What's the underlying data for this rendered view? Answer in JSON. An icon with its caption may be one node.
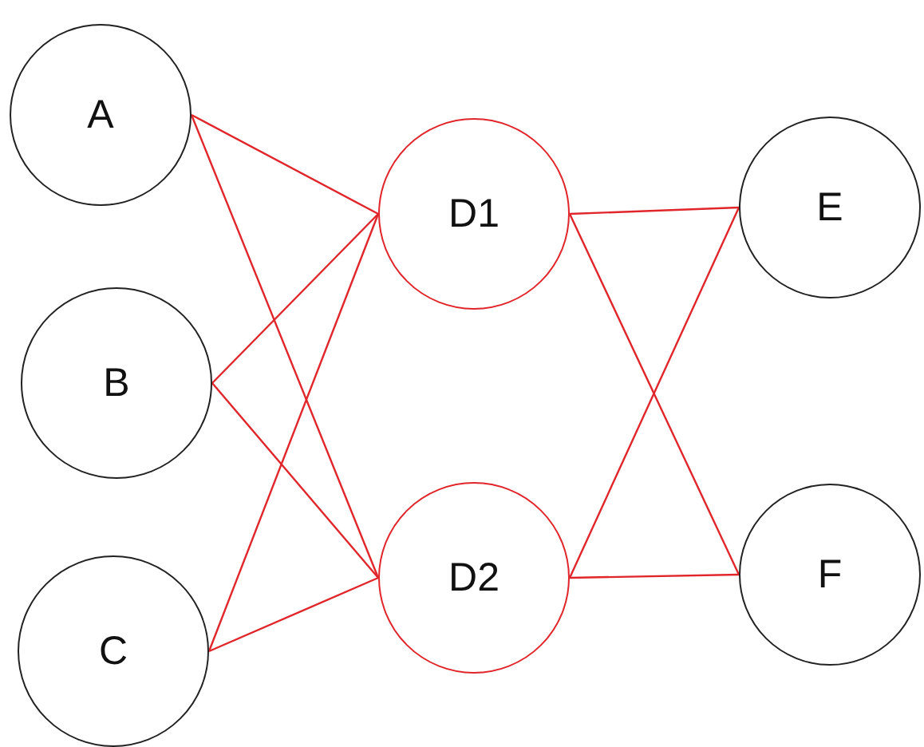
{
  "diagram": {
    "nodes": [
      {
        "text": [
          "A"
        ]
      },
      {
        "text": [
          "B"
        ]
      },
      {
        "text": [
          "C"
        ]
      },
      {
        "text": [
          "D1"
        ]
      },
      {
        "text": [
          "D2"
        ]
      },
      {
        "text": [
          "E"
        ]
      },
      {
        "text": [
          "F"
        ]
      }
    ],
    "edges": [
      {
        "from": 0,
        "to": 3,
        "arrow": "none"
      },
      {
        "from": 0,
        "to": 4,
        "arrow": "none"
      },
      {
        "from": 1,
        "to": 3,
        "arrow": "none"
      },
      {
        "from": 1,
        "to": 4,
        "arrow": "none"
      },
      {
        "from": 2,
        "to": 3,
        "arrow": "none"
      },
      {
        "from": 2,
        "to": 4,
        "arrow": "none"
      },
      {
        "from": 3,
        "to": 5,
        "arrow": "none"
      },
      {
        "from": 3,
        "to": 6,
        "arrow": "none"
      },
      {
        "from": 4,
        "to": 5,
        "arrow": "none"
      },
      {
        "from": 4,
        "to": 6,
        "arrow": "none"
      }
    ]
  }
}
